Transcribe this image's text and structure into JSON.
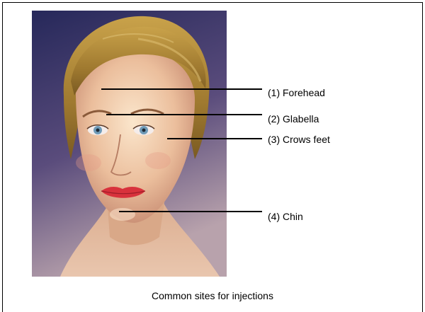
{
  "labels": {
    "forehead": "(1) Forehead",
    "glabella": "(2) Glabella",
    "crows_feet": "(3) Crows feet",
    "chin": "(4) Chin"
  },
  "caption": "Common sites for injections",
  "colors": {
    "background_top": "#2a2d60",
    "background_bottom": "#b09aa6",
    "hair": "#b08a3a",
    "skin": "#e8bfa0",
    "lips": "#d8323c",
    "eyes": "#6f9bb8",
    "leader_line": "#000000"
  }
}
